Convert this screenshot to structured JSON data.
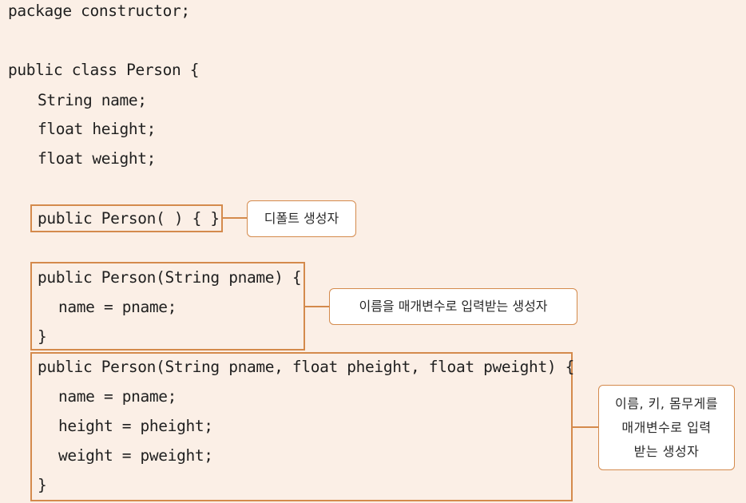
{
  "code": {
    "package": "package constructor;",
    "class_decl": "public class Person {",
    "field_name": "String name;",
    "field_height": "float height;",
    "field_weight": "float weight;",
    "ctor_default": "public Person( ) { }",
    "ctor_name_decl": "public Person(String pname) {",
    "ctor_name_body": "name = pname;",
    "ctor_name_close": "}",
    "ctor_full_decl": "public Person(String pname, float pheight, float pweight) {",
    "ctor_full_body1": "name = pname;",
    "ctor_full_body2": "height = pheight;",
    "ctor_full_body3": "weight = pweight;",
    "ctor_full_close": "}"
  },
  "annotations": {
    "default": "디폴트 생성자",
    "name_only": "이름을 매개변수로 입력받는 생성자",
    "full": "이름, 키, 몸무게를\n매개변수로 입력\n받는 생성자"
  }
}
